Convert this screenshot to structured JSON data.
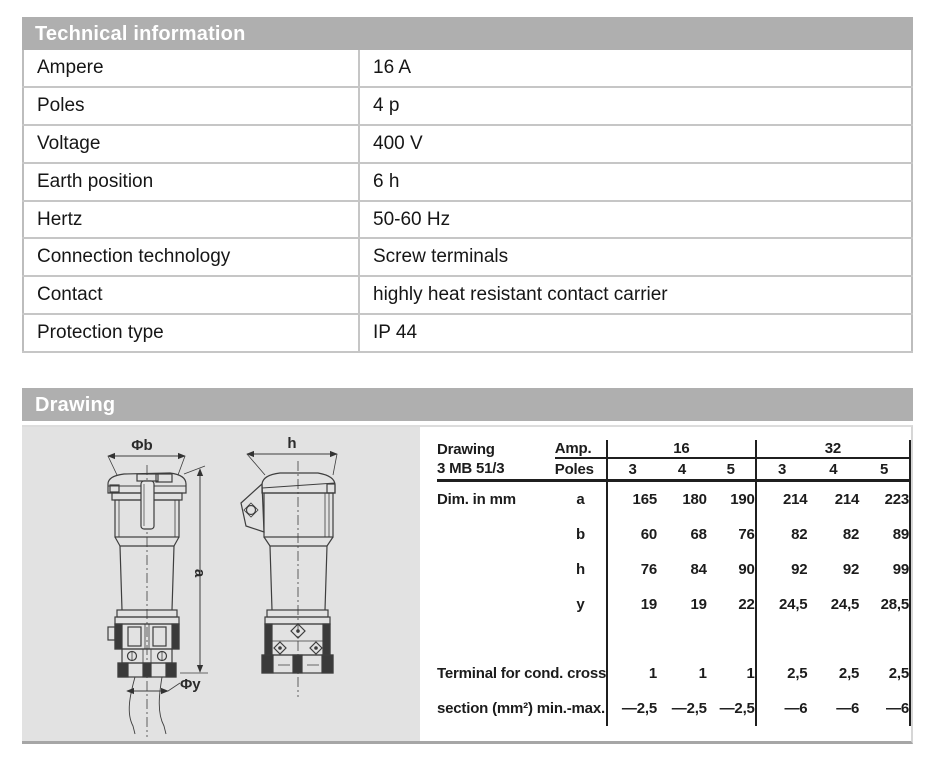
{
  "tech_info": {
    "title": "Technical information",
    "rows": [
      {
        "label": "Ampere",
        "value": "16 A"
      },
      {
        "label": "Poles",
        "value": "4 p"
      },
      {
        "label": "Voltage",
        "value": "400 V"
      },
      {
        "label": "Earth position",
        "value": "6 h"
      },
      {
        "label": "Hertz",
        "value": "50-60 Hz"
      },
      {
        "label": "Connection technology",
        "value": "Screw terminals"
      },
      {
        "label": "Contact",
        "value": "highly heat resistant contact carrier"
      },
      {
        "label": "Protection type",
        "value": "IP 44"
      }
    ]
  },
  "drawing": {
    "title": "Drawing",
    "labels": {
      "phi_b": "Φb",
      "h": "h",
      "a": "a",
      "phi_y": "Φy"
    },
    "dim_table": {
      "drawing_label": "Drawing",
      "drawing_code": "3 MB 51/3",
      "amp_label": "Amp.",
      "poles_label": "Poles",
      "amp_groups": [
        {
          "amp": "16",
          "poles": [
            "3",
            "4",
            "5"
          ]
        },
        {
          "amp": "32",
          "poles": [
            "3",
            "4",
            "5"
          ]
        }
      ],
      "dim_in_mm_label": "Dim. in mm",
      "rows": [
        {
          "dim": "a",
          "values": [
            "165",
            "180",
            "190",
            "214",
            "214",
            "223"
          ]
        },
        {
          "dim": "b",
          "values": [
            "60",
            "68",
            "76",
            "82",
            "82",
            "89"
          ]
        },
        {
          "dim": "h",
          "values": [
            "76",
            "84",
            "90",
            "92",
            "92",
            "99"
          ]
        },
        {
          "dim": "y",
          "values": [
            "19",
            "19",
            "22",
            "24,5",
            "24,5",
            "28,5"
          ]
        }
      ],
      "terminal_row": {
        "label_line1": "Terminal for cond. cross",
        "label_line2": "section (mm²) min.-max.",
        "values_line1": [
          "1",
          "1",
          "1",
          "2,5",
          "2,5",
          "2,5"
        ],
        "values_line2": [
          "—2,5",
          "—2,5",
          "—2,5",
          "—6",
          "—6",
          "—6"
        ]
      }
    }
  },
  "colors": {
    "header_bar_bg": "#afafaf",
    "header_bar_text": "#ffffff",
    "table_border": "#c6c6c6",
    "drawing_panel_bg": "#e2e2e2",
    "rule_color": "#1f1f1f",
    "section_bottom_border": "#a6a6a6"
  }
}
